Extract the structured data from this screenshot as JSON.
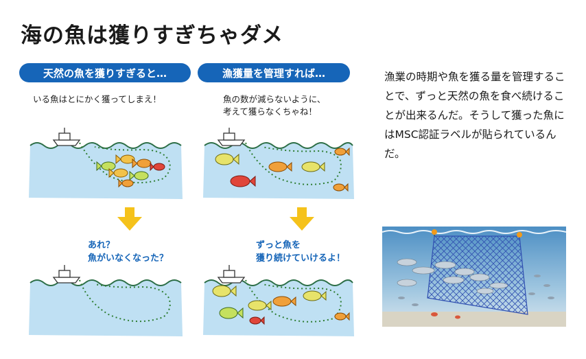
{
  "title": "海の魚は獲りすぎちゃダメ",
  "left_section": {
    "heading": "天然の魚を獲りすぎると…",
    "caption": "いる魚はとにかく獲ってしまえ！",
    "result_line1": "あれ？",
    "result_line2": "魚がいなくなった？"
  },
  "right_section": {
    "heading": "漁獲量を管理すれば…",
    "caption_line1": "魚の数が減らないように、",
    "caption_line2": "考えて獲らなくちゃね！",
    "result_line1": "ずっと魚を",
    "result_line2": "獲り続けていけるよ！"
  },
  "description": "漁業の時期や魚を獲る量を管理することで、ずっと天然の魚を食べ続けることが出来るんだ。そうして獲った魚にはMSC認証ラベルが貼られているんだ。",
  "colors": {
    "accent_blue": "#1665b8",
    "arrow_yellow": "#f5c21b",
    "water": "#bfe0f3",
    "net_dots": "#2e7d32"
  }
}
